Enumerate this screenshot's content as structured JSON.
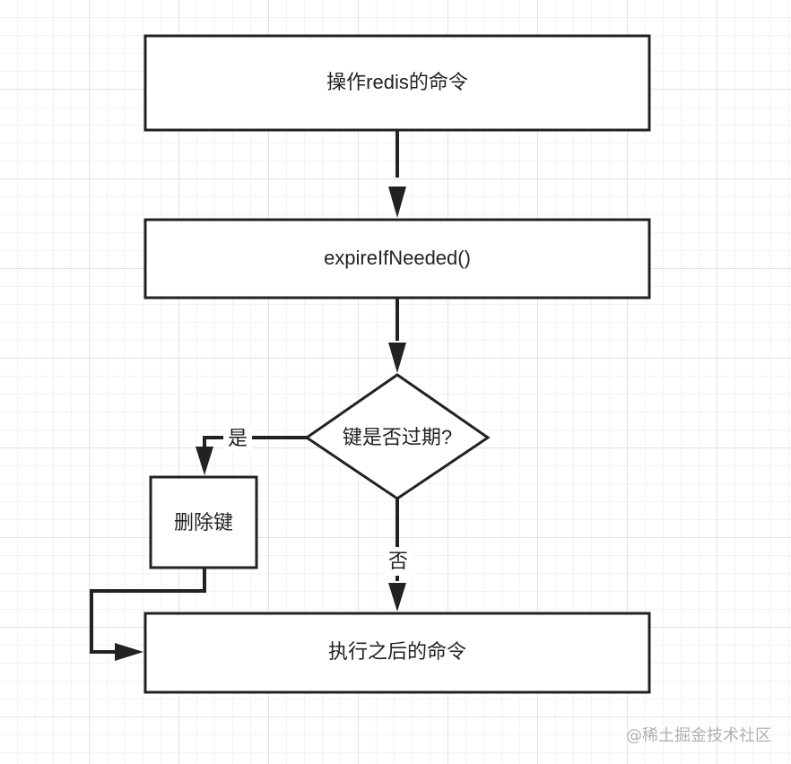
{
  "nodes": {
    "redis_command": {
      "label": "操作redis的命令"
    },
    "expire_if_needed": {
      "label": "expireIfNeeded()"
    },
    "key_expired_decision": {
      "label": "键是否过期?"
    },
    "delete_key": {
      "label": "删除键"
    },
    "after_command": {
      "label": "执行之后的命令"
    }
  },
  "edges": {
    "yes_label": "是",
    "no_label": "否"
  },
  "watermark": "@稀土掘金技术社区",
  "colors": {
    "stroke": "#222222",
    "text": "#222222",
    "grid": "#e2e2e2"
  }
}
